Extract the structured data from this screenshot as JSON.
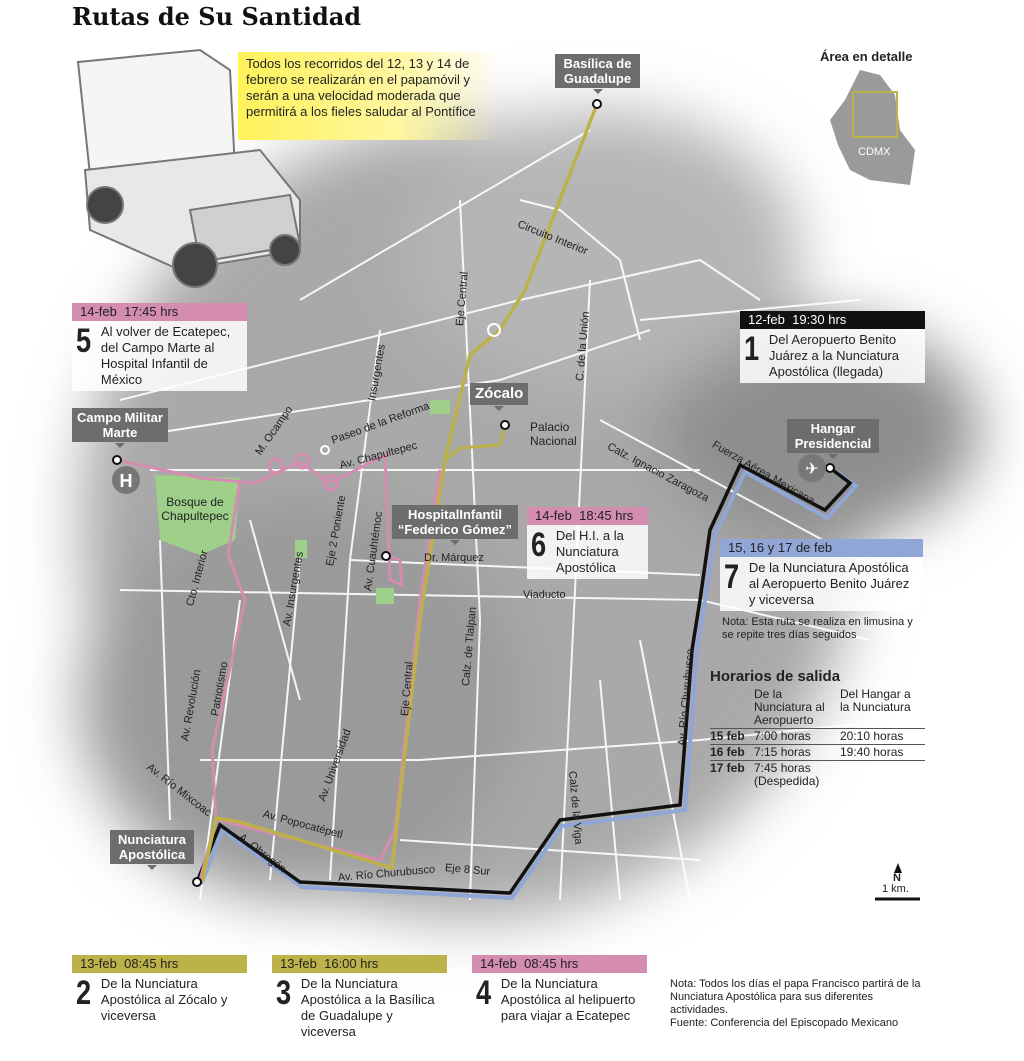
{
  "title": "Rutas de Su Santidad",
  "intro_note": "Todos los recorridos del 12, 13 y 14 de febrero se realizarán en el papamóvil y serán a una velocidad moderada que permitirá a los fieles saludar al Pontífice",
  "inset": {
    "title": "Área en detalle",
    "label": "CDMX"
  },
  "places": {
    "basilica": "Basílica de Guadalupe",
    "campo": "Campo Militar Marte",
    "hangar": "Hangar Presidencial",
    "zocalo": "Zócalo",
    "hospital_1": "HospitalInfantil",
    "hospital_2": "“Federico Gómez”",
    "nunciatura": "Nunciatura Apostólica",
    "palacio": "Palacio Nacional",
    "bosque": "Bosque de Chapultepec",
    "h_icon": "H"
  },
  "streets": [
    "Circuito Interior",
    "Eje Central",
    "Insurgentes",
    "C. de la Unión",
    "Paseo de la Reforma",
    "M. Ocampo",
    "Av. Chapultepec",
    "Calz. Ignacio Zaragoza",
    "Fuerza Aérea Mexicana",
    "Eje 2 Poniente",
    "Av. Cuauhtémoc",
    "Dr. Márquez",
    "Viaducto",
    "Cto. Interior",
    "Av. Insurgentes",
    "Calz. de Tlalpan",
    "Av. Revolución",
    "Patriotismo",
    "Av. Universidad",
    "Eje Central",
    "Calz de la Viga",
    "Av. Río Churubusco",
    "Av. Río Mixcoac",
    "Av. Popocatépetl",
    "A. Obregón",
    "Eje 8 Sur",
    "Av. Río Churubusco"
  ],
  "routes": [
    {
      "num": "1",
      "date": "12-feb",
      "time": "19:30 hrs",
      "desc": "Del Aeropuerto Benito Juárez a la Nunciatura Apostólica (llegada)",
      "color": "#111111"
    },
    {
      "num": "2",
      "date": "13-feb",
      "time": "08:45 hrs",
      "desc": "De la Nunciatura Apostólica al Zócalo y viceversa",
      "color": "#bdb24a"
    },
    {
      "num": "3",
      "date": "13-feb",
      "time": "16:00 hrs",
      "desc": "De la Nunciatura Apostólica a la Basílica de Guadalupe y viceversa",
      "color": "#bdb24a"
    },
    {
      "num": "4",
      "date": "14-feb",
      "time": "08:45 hrs",
      "desc": "De la Nunciatura Apostólica al helipuerto para viajar a Ecatepec",
      "color": "#d48cb0"
    },
    {
      "num": "5",
      "date": "14-feb",
      "time": "17:45 hrs",
      "desc": "Al volver de Ecatepec, del Campo Marte al Hospital Infantil de México",
      "color": "#d48cb0"
    },
    {
      "num": "6",
      "date": "14-feb",
      "time": "18:45 hrs",
      "desc": "Del H.I. a la Nunciatura Apostólica",
      "color": "#d48cb0"
    },
    {
      "num": "7",
      "date": "15, 16 y 17 de feb",
      "time": "",
      "desc": "De la Nunciatura Apostólica al Aeropuerto Benito Juárez y viceversa",
      "color": "#8fa6d6"
    }
  ],
  "route7_note": "Nota: Esta ruta se realiza en limusina y se repite tres días seguidos",
  "schedule": {
    "title": "Horarios de salida",
    "headers": [
      "",
      "De la Nunciatura al Aeropuerto",
      "Del Hangar a la Nunciatura"
    ],
    "rows": [
      [
        "15 feb",
        "7:00 horas",
        "20:10 horas"
      ],
      [
        "16 feb",
        "7:15 horas",
        "19:40 horas"
      ],
      [
        "17 feb",
        "7:45 horas (Despedida)",
        ""
      ]
    ]
  },
  "scale": {
    "north": "N",
    "distance": "1 km."
  },
  "footer": {
    "note": "Nota: Todos los días el papa Francisco partirá de la Nunciatura Apostólica para sus diferentes actividades.",
    "source": "Fuente: Conferencia del Episcopado Mexicano"
  }
}
